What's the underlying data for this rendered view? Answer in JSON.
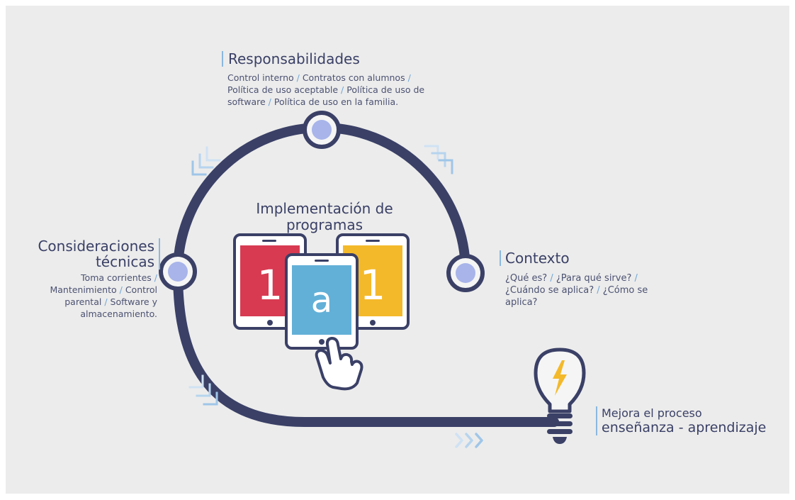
{
  "colors": {
    "background": "#ececec",
    "path": "#3a4066",
    "node_fill": "#a8b4ea",
    "accent_blue": "#6fa6d6",
    "tablet_red": "#d83a52",
    "tablet_blue": "#62b0d8",
    "tablet_yellow": "#f4b92a",
    "bulb_bolt": "#f4b92a"
  },
  "responsabilidades": {
    "title": "Responsabilidades",
    "items": [
      "Control interno",
      "Contratos con alumnos",
      "Política de uso aceptable",
      "Política de uso de software",
      "Política de uso en la familia."
    ]
  },
  "consideraciones": {
    "title_line1": "Consideraciones",
    "title_line2": "técnicas",
    "items": [
      "Toma corrientes",
      "Mantenimiento",
      "Control parental",
      "Software y almacenamiento."
    ]
  },
  "contexto": {
    "title": "Contexto",
    "items": [
      "¿Qué es?",
      "¿Para qué sirve?",
      "¿Cuándo se aplica?",
      "¿Cómo se aplica?"
    ]
  },
  "center": {
    "title": "Implementación de programas",
    "tablet_left": "1",
    "tablet_middle": "a",
    "tablet_right": "1"
  },
  "result": {
    "line1": "Mejora el proceso",
    "line2": "enseñanza - aprendizaje"
  },
  "icons": [
    "chevron-arrows-icon",
    "hand-pointer-icon",
    "lightbulb-icon",
    "lightning-bolt-icon",
    "tablet-icon"
  ]
}
